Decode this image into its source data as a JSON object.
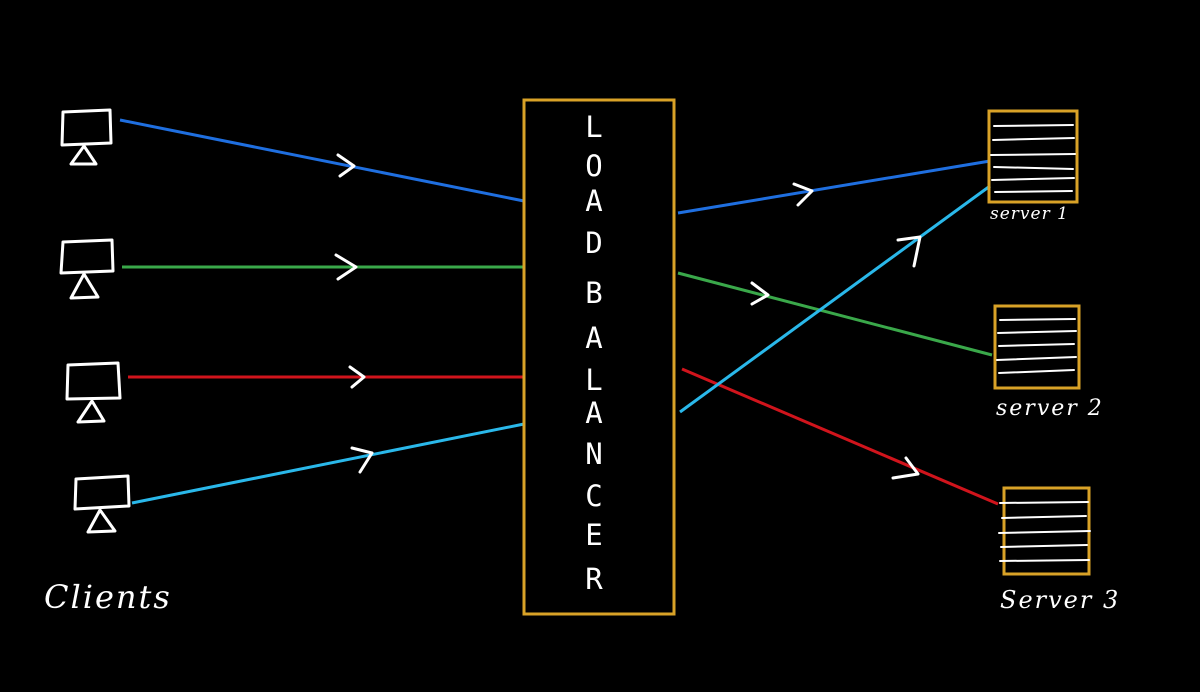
{
  "load_balancer": {
    "letters": [
      "L",
      "O",
      "A",
      "D",
      "B",
      "A",
      "L",
      "A",
      "N",
      "C",
      "E",
      "R"
    ]
  },
  "labels": {
    "clients": "Clients",
    "server1": "server 1",
    "server2": "server 2",
    "server3": "Server 3"
  },
  "colors": {
    "background": "#000000",
    "box_outline": "#d9a227",
    "line_blue": "#1f6fe0",
    "line_green": "#3aa84a",
    "line_red": "#d0141c",
    "line_cyan": "#2ab8ea",
    "sketch": "#ffffff"
  },
  "icons": {
    "client": "monitor-icon",
    "server": "server-rack-icon"
  }
}
